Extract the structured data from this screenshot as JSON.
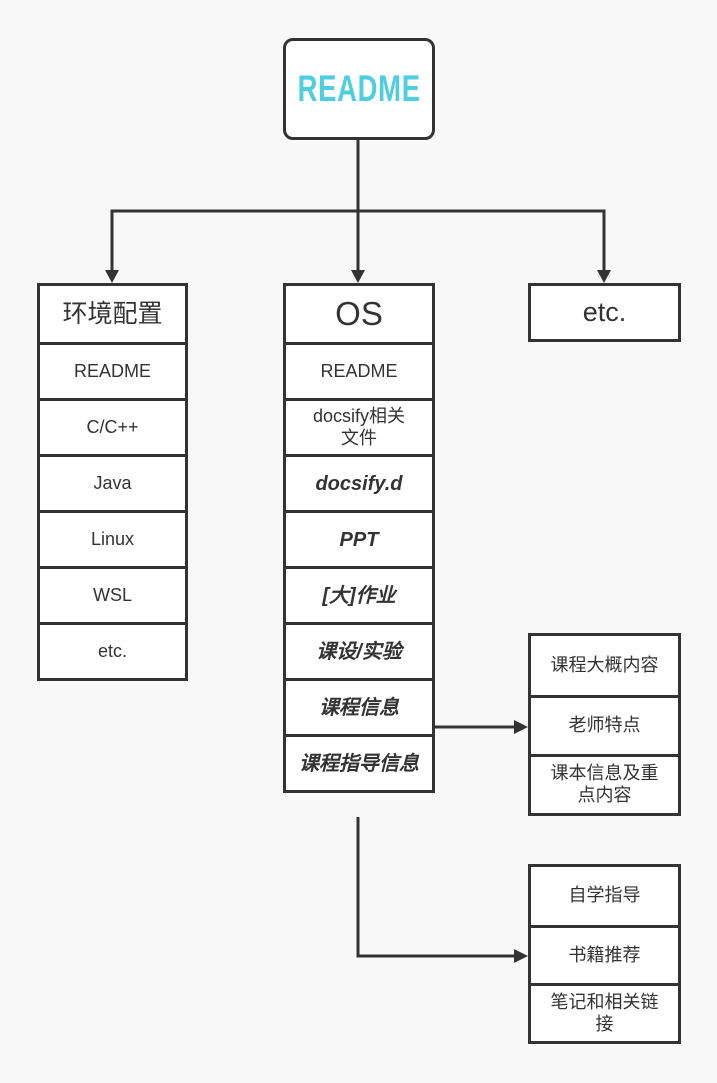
{
  "diagram": {
    "root": {
      "label": "README"
    },
    "env_column": {
      "header": "环境配置",
      "items": [
        "README",
        "C/C++",
        "Java",
        "Linux",
        "WSL",
        "etc."
      ]
    },
    "os_column": {
      "header": "OS",
      "items": [
        {
          "label": "README",
          "style": "regular"
        },
        {
          "label": "docsify相关\n文件",
          "style": "regular"
        },
        {
          "label": "docsify.d",
          "style": "bold-italic"
        },
        {
          "label": "PPT",
          "style": "bold-italic"
        },
        {
          "label": "[大]作业",
          "style": "bold-italic"
        },
        {
          "label": "课设/实验",
          "style": "bold-italic"
        },
        {
          "label": "课程信息",
          "style": "bold-italic"
        },
        {
          "label": "课程指导信息",
          "style": "bold-italic"
        }
      ]
    },
    "etc_box": {
      "label": "etc."
    },
    "course_info_group": {
      "items": [
        "课程大概内容",
        "老师特点",
        "课本信息及重\n点内容"
      ]
    },
    "course_guide_group": {
      "items": [
        "自学指导",
        "书籍推荐",
        "笔记和相关链\n接"
      ]
    },
    "connections": [
      {
        "from": "README",
        "to": "环境配置"
      },
      {
        "from": "README",
        "to": "OS"
      },
      {
        "from": "README",
        "to": "etc."
      },
      {
        "from": "课程信息",
        "to": "老师特点"
      },
      {
        "from": "课程指导信息",
        "to": "书籍推荐"
      }
    ],
    "colors": {
      "accent": "#4FCEDF",
      "border": "#333333",
      "text": "#333333",
      "background": "#F8F8F8",
      "box_fill": "#FFFFFF"
    }
  }
}
